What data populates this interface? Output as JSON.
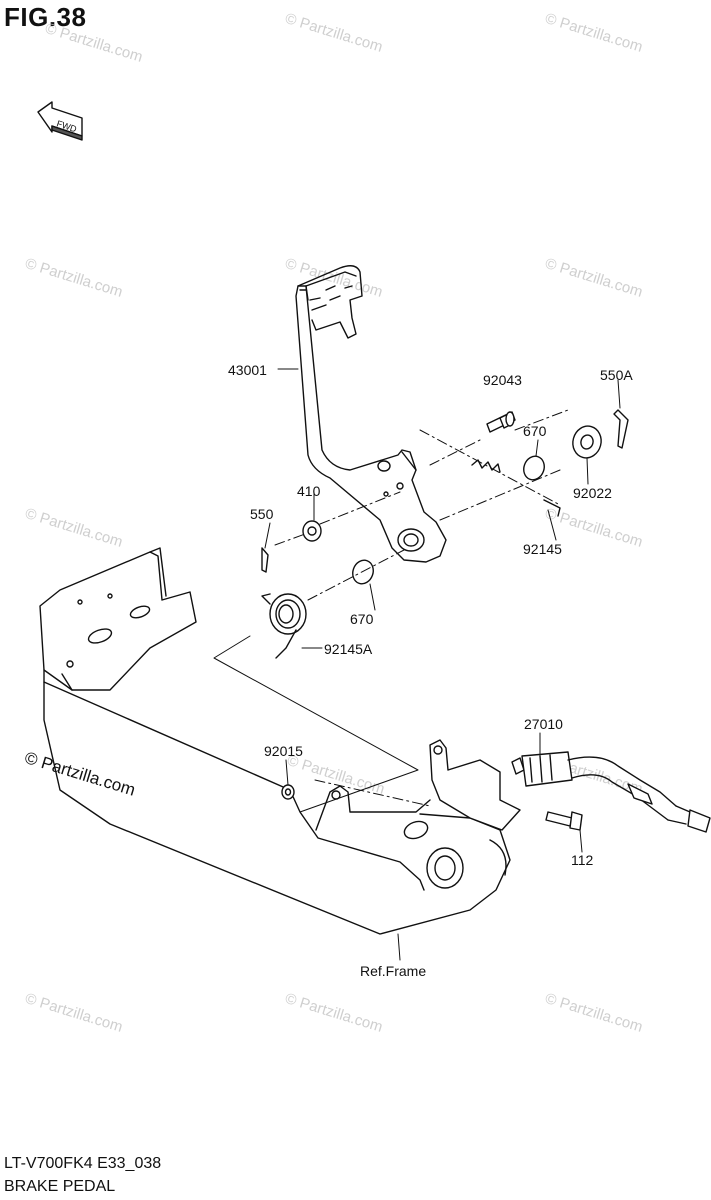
{
  "figure": {
    "title": "FIG.38",
    "code": "LT-V700FK4 E33_038",
    "name": "BRAKE PEDAL"
  },
  "direction_badge": {
    "label": "FWD"
  },
  "watermark": {
    "text": "© Partzilla.com"
  },
  "copyright": {
    "text": "© Partzilla.com"
  },
  "callouts": {
    "pedal": "43001",
    "pin": "92043",
    "cotter_pin_a": "550A",
    "oring_top": "670",
    "washer": "92022",
    "washer_410": "410",
    "cotter_pin": "550",
    "spring": "92145",
    "oring_bottom": "670",
    "spring_a": "92145A",
    "nut": "92015",
    "switch": "27010",
    "bolt": "112",
    "frame": "Ref.Frame"
  }
}
